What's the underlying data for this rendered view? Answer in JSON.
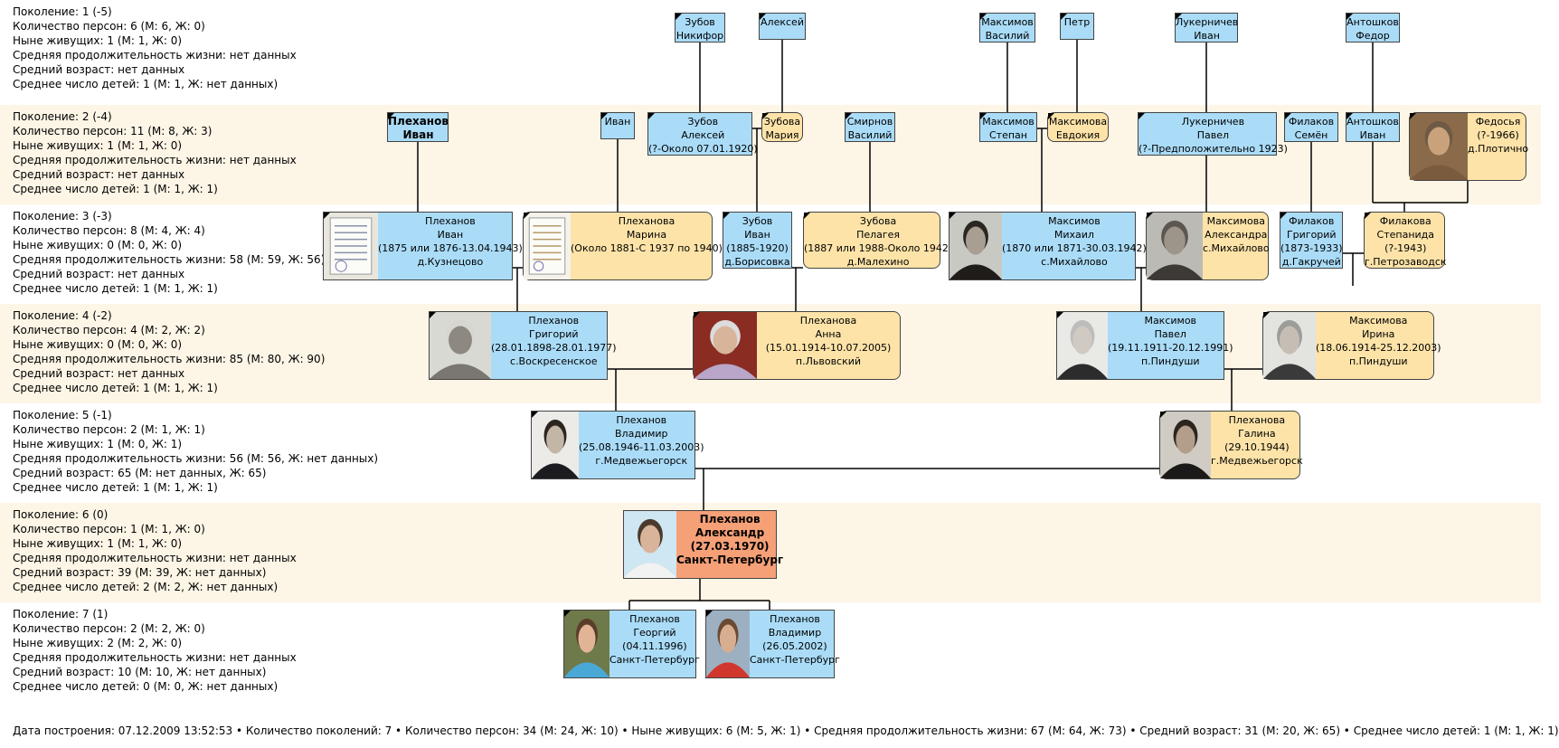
{
  "generations": [
    {
      "lines": [
        "Поколение: 1 (-5)",
        "Количество персон: 6 (М: 6, Ж: 0)",
        "Ныне живущих: 1 (М: 1, Ж: 0)",
        "Средняя продолжительность жизни: нет данных",
        "Средний возраст: нет данных",
        "Среднее число детей: 1 (М: 1, Ж: нет данных)"
      ]
    },
    {
      "lines": [
        "Поколение: 2 (-4)",
        "Количество персон: 11 (М: 8, Ж: 3)",
        "Ныне живущих: 1 (М: 1, Ж: 0)",
        "Средняя продолжительность жизни: нет данных",
        "Средний возраст: нет данных",
        "Среднее число детей: 1 (М: 1, Ж: 1)"
      ]
    },
    {
      "lines": [
        "Поколение: 3 (-3)",
        "Количество персон: 8 (М: 4, Ж: 4)",
        "Ныне живущих: 0 (М: 0, Ж: 0)",
        "Средняя продолжительность жизни: 58 (М: 59, Ж: 56)",
        "Средний возраст: нет данных",
        "Среднее число детей: 1 (М: 1, Ж: 1)"
      ]
    },
    {
      "lines": [
        "Поколение: 4 (-2)",
        "Количество персон: 4 (М: 2, Ж: 2)",
        "Ныне живущих: 0 (М: 0, Ж: 0)",
        "Средняя продолжительность жизни: 85 (М: 80, Ж: 90)",
        "Средний возраст: нет данных",
        "Среднее число детей: 1 (М: 1, Ж: 1)"
      ]
    },
    {
      "lines": [
        "Поколение: 5 (-1)",
        "Количество персон: 2 (М: 1, Ж: 1)",
        "Ныне живущих: 1 (М: 0, Ж: 1)",
        "Средняя продолжительность жизни: 56 (М: 56, Ж: нет данных)",
        "Средний возраст: 65 (М: нет данных, Ж: 65)",
        "Среднее число детей: 1 (М: 1, Ж: 1)"
      ]
    },
    {
      "lines": [
        "Поколение: 6 (0)",
        "Количество персон: 1 (М: 1, Ж: 0)",
        "Ныне живущих: 1 (М: 1, Ж: 0)",
        "Средняя продолжительность жизни: нет данных",
        "Средний возраст: 39 (М: 39, Ж: нет данных)",
        "Среднее число детей: 2 (М: 2, Ж: нет данных)"
      ]
    },
    {
      "lines": [
        "Поколение: 7 (1)",
        "Количество персон: 2 (М: 2, Ж: 0)",
        "Ныне живущих: 2 (М: 2, Ж: 0)",
        "Средняя продолжительность жизни: нет данных",
        "Средний возраст: 10 (М: 10, Ж: нет данных)",
        "Среднее число детей: 0 (М: 0, Ж: нет данных)"
      ]
    }
  ],
  "people": [
    {
      "id": "zubov-nikifor",
      "gen": 1,
      "sex": "m",
      "lines": [
        "Зубов",
        "Никифор"
      ]
    },
    {
      "id": "aleksei",
      "gen": 1,
      "sex": "m",
      "lines": [
        "Алексей"
      ]
    },
    {
      "id": "maksimov-vasily",
      "gen": 1,
      "sex": "m",
      "lines": [
        "Максимов",
        "Василий"
      ]
    },
    {
      "id": "petr",
      "gen": 1,
      "sex": "m",
      "lines": [
        "Петр"
      ]
    },
    {
      "id": "lukernichev-ivan",
      "gen": 1,
      "sex": "m",
      "lines": [
        "Лукерничев",
        "Иван"
      ]
    },
    {
      "id": "antoshkov-fedor",
      "gen": 1,
      "sex": "m",
      "lines": [
        "Антошков",
        "Федор"
      ]
    },
    {
      "id": "plekhanov-ivan-g2",
      "gen": 2,
      "sex": "m",
      "bold": true,
      "lines": [
        "Плеханов",
        "Иван"
      ]
    },
    {
      "id": "ivan-g2",
      "gen": 2,
      "sex": "m",
      "lines": [
        "Иван"
      ]
    },
    {
      "id": "zubov-aleksei",
      "gen": 2,
      "sex": "m",
      "lines": [
        "Зубов",
        "Алексей",
        "(?-Около 07.01.1920)"
      ]
    },
    {
      "id": "zubova-maria",
      "gen": 2,
      "sex": "f",
      "lines": [
        "Зубова",
        "Мария"
      ]
    },
    {
      "id": "smirnov-vasily",
      "gen": 2,
      "sex": "m",
      "lines": [
        "Смирнов",
        "Василий"
      ]
    },
    {
      "id": "maksimov-stepan",
      "gen": 2,
      "sex": "m",
      "lines": [
        "Максимов",
        "Степан"
      ]
    },
    {
      "id": "maksimova-evdokia",
      "gen": 2,
      "sex": "f",
      "lines": [
        "Максимова",
        "Евдокия"
      ]
    },
    {
      "id": "lukernichev-pavel",
      "gen": 2,
      "sex": "m",
      "lines": [
        "Лукерничев",
        "Павел",
        "(?-Предположительно 1923)"
      ]
    },
    {
      "id": "filakov-semen",
      "gen": 2,
      "sex": "m",
      "lines": [
        "Филаков",
        "Семён"
      ]
    },
    {
      "id": "antoshkov-ivan",
      "gen": 2,
      "sex": "m",
      "lines": [
        "Антошков",
        "Иван"
      ]
    },
    {
      "id": "fedosia",
      "gen": 2,
      "sex": "f",
      "photo": "elder-woman",
      "lines": [
        "Федосья",
        "(?-1966)",
        "д.Плотично"
      ]
    },
    {
      "id": "plekhanov-ivan-g3",
      "gen": 3,
      "sex": "m",
      "photo": "document",
      "lines": [
        "Плеханов",
        "Иван",
        "(1875 или 1876-13.04.1943)",
        "д.Кузнецово"
      ]
    },
    {
      "id": "plekhanova-marina",
      "gen": 3,
      "sex": "f",
      "photo": "document2",
      "lines": [
        "Плеханова",
        "Марина",
        "(Около 1881-С 1937 по 1940)"
      ]
    },
    {
      "id": "zubov-ivan",
      "gen": 3,
      "sex": "m",
      "lines": [
        "Зубов",
        "Иван",
        "(1885-1920)",
        "д.Борисовка"
      ]
    },
    {
      "id": "zubova-pelageya",
      "gen": 3,
      "sex": "f",
      "lines": [
        "Зубова",
        "Пелагея",
        "(1887 или 1988-Около 1942)",
        "д.Малехино"
      ]
    },
    {
      "id": "maksimov-mikhail",
      "gen": 3,
      "sex": "m",
      "photo": "man-mustache",
      "lines": [
        "Максимов",
        "Михаил",
        "(1870 или 1871-30.03.1942)",
        "с.Михайлово"
      ]
    },
    {
      "id": "maksimova-aleksandra",
      "gen": 3,
      "sex": "f",
      "photo": "woman-scarf",
      "lines": [
        "Максимова",
        "Александра",
        "с.Михайлово"
      ]
    },
    {
      "id": "filakov-grigory",
      "gen": 3,
      "sex": "m",
      "lines": [
        "Филаков",
        "Григорий",
        "(1873-1933)",
        "д.Гакручей"
      ]
    },
    {
      "id": "filakova-stepanida",
      "gen": 3,
      "sex": "f",
      "lines": [
        "Филакова",
        "Степанида",
        "(?-1943)",
        "г.Петрозаводск"
      ]
    },
    {
      "id": "plekhanov-grigory",
      "gen": 4,
      "sex": "m",
      "photo": "older-man",
      "lines": [
        "Плеханов",
        "Григорий",
        "(28.01.1898-28.01.1977)",
        "с.Воскресенское"
      ]
    },
    {
      "id": "plekhanova-anna",
      "gen": 4,
      "sex": "f",
      "photo": "grandma-carpet",
      "lines": [
        "Плеханова",
        "Анна",
        "(15.01.1914-10.07.2005)",
        "п.Львовский"
      ]
    },
    {
      "id": "maksimov-pavel",
      "gen": 4,
      "sex": "m",
      "photo": "old-man-suit",
      "lines": [
        "Максимов",
        "Павел",
        "(19.11.1911-20.12.1991)",
        "п.Пиндуши"
      ]
    },
    {
      "id": "maksimova-irina",
      "gen": 4,
      "sex": "f",
      "photo": "old-woman",
      "lines": [
        "Максимова",
        "Ирина",
        "(18.06.1914-25.12.2003)",
        "п.Пиндуши"
      ]
    },
    {
      "id": "plekhanov-vladimir",
      "gen": 5,
      "sex": "m",
      "photo": "man-suit",
      "lines": [
        "Плеханов",
        "Владимир",
        "(25.08.1946-11.03.2003)",
        "г.Медвежьегорск"
      ]
    },
    {
      "id": "plekhanova-galina",
      "gen": 5,
      "sex": "f",
      "photo": "woman-dark",
      "lines": [
        "Плеханова",
        "Галина",
        "(29.10.1944)",
        "г.Медвежьегорск"
      ]
    },
    {
      "id": "plekhanov-aleksandr",
      "gen": 6,
      "sex": "m",
      "self": true,
      "photo": "man-white",
      "lines": [
        "Плеханов",
        "Александр",
        "(27.03.1970)",
        "Санкт-Петербург"
      ]
    },
    {
      "id": "plekhanov-georgy",
      "gen": 7,
      "sex": "m",
      "photo": "boy-blue",
      "lines": [
        "Плеханов",
        "Георгий",
        "(04.11.1996)",
        "Санкт-Петербург"
      ]
    },
    {
      "id": "plekhanov-vladimir-jr",
      "gen": 7,
      "sex": "m",
      "photo": "boy-red",
      "lines": [
        "Плеханов",
        "Владимир",
        "(26.05.2002)",
        "Санкт-Петербург"
      ]
    }
  ],
  "footer": "Дата построения: 07.12.2009 13:52:53 • Количество поколений: 7 • Количество персон: 34 (М: 24, Ж: 10) • Ныне живущих: 6 (М: 5, Ж: 1) • Средняя продолжительность жизни: 67 (М: 64, Ж: 73) • Средний возраст: 31 (М: 20, Ж: 65) • Среднее число детей: 1 (М: 1, Ж: 1)",
  "colors": {
    "male": "#aadcf8",
    "female": "#fde3a8",
    "self": "#f5a077",
    "band_alt": "#fdf5e6"
  }
}
